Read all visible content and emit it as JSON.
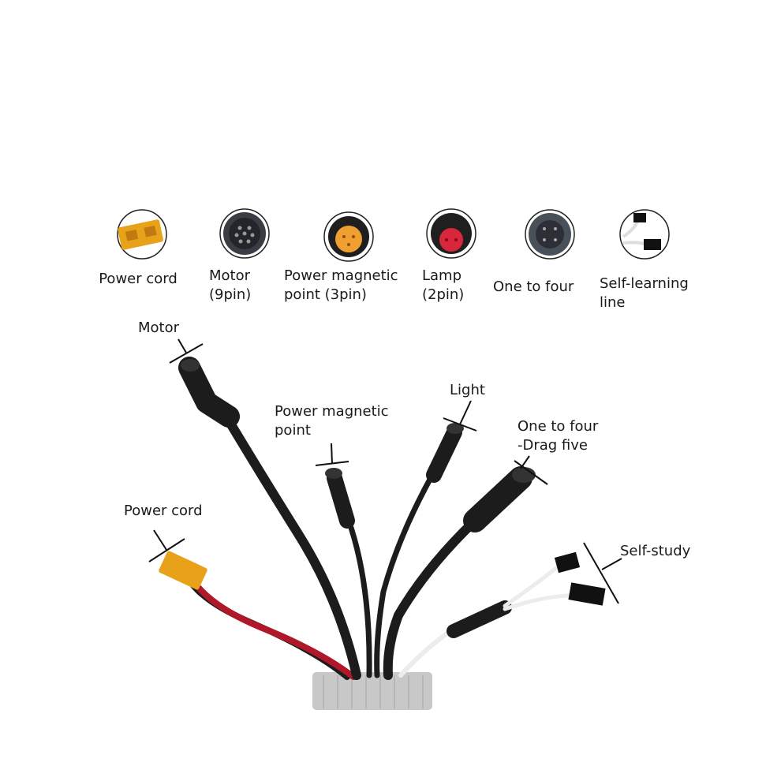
{
  "legend": [
    {
      "label": "Power cord",
      "icon": "xt60-connector-icon"
    },
    {
      "label": "Motor\n(9pin)",
      "icon": "motor-9pin-connector-icon"
    },
    {
      "label": "Power magnetic\npoint (3pin)",
      "icon": "magnetic-3pin-connector-icon"
    },
    {
      "label": "Lamp\n(2pin)",
      "icon": "lamp-2pin-connector-icon"
    },
    {
      "label": "One to four",
      "icon": "one-to-four-connector-icon"
    },
    {
      "label": "Self-learning\nline",
      "icon": "self-learning-plug-icon"
    }
  ],
  "callouts": {
    "motor": "Motor",
    "power_magnetic_point": "Power magnetic\npoint",
    "light": "Light",
    "one_to_four": "One to four\n-Drag five",
    "power_cord": "Power cord",
    "self_study": "Self-study"
  },
  "colors": {
    "cable": "#1c1c1c",
    "xt60": "#e8a21a",
    "magnetic": "#f0a030",
    "lamp": "#d8263c",
    "red_wire": "#b0182a",
    "white_wire": "#ececec",
    "housing": "#c8c8c8"
  }
}
